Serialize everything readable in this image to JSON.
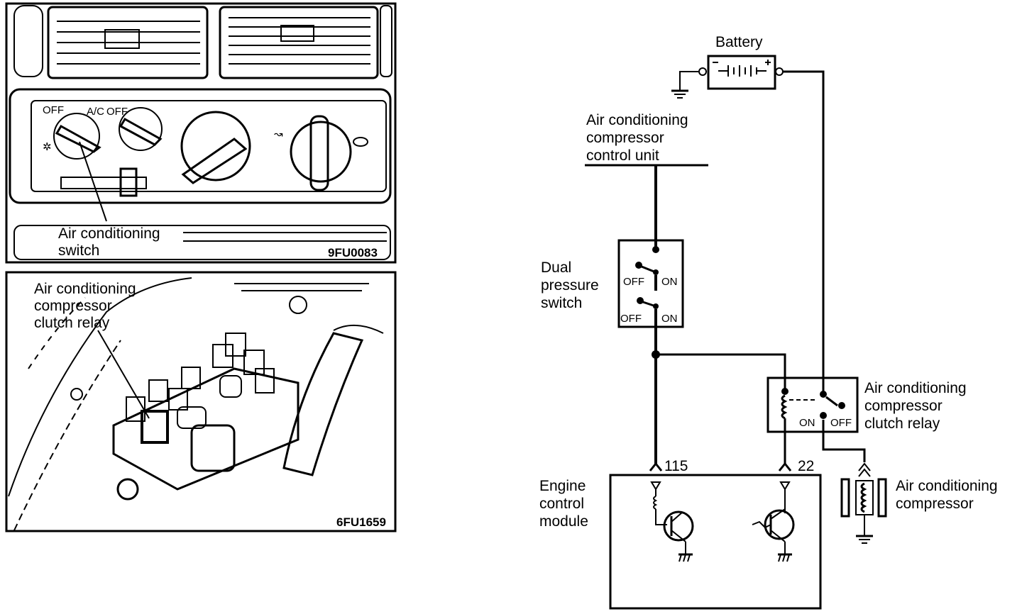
{
  "panel_top": {
    "callout": [
      "Air conditioning",
      "switch"
    ],
    "code": "9FU0083"
  },
  "panel_bottom": {
    "callout": [
      "Air conditioning",
      "compressor",
      "clutch relay"
    ],
    "code": "6FU1659"
  },
  "schematic": {
    "battery": "Battery",
    "control_unit": [
      "Air conditioning",
      "compressor",
      "control unit"
    ],
    "dual_pressure_switch": [
      "Dual",
      "pressure",
      "switch"
    ],
    "switch_states": {
      "off": "OFF",
      "on": "ON"
    },
    "relay": [
      "Air conditioning",
      "compressor",
      "clutch relay"
    ],
    "compressor": [
      "Air conditioning",
      "compressor"
    ],
    "engine_control_module": [
      "Engine",
      "control",
      "module"
    ],
    "terminal_115": "115",
    "terminal_22": "22"
  }
}
